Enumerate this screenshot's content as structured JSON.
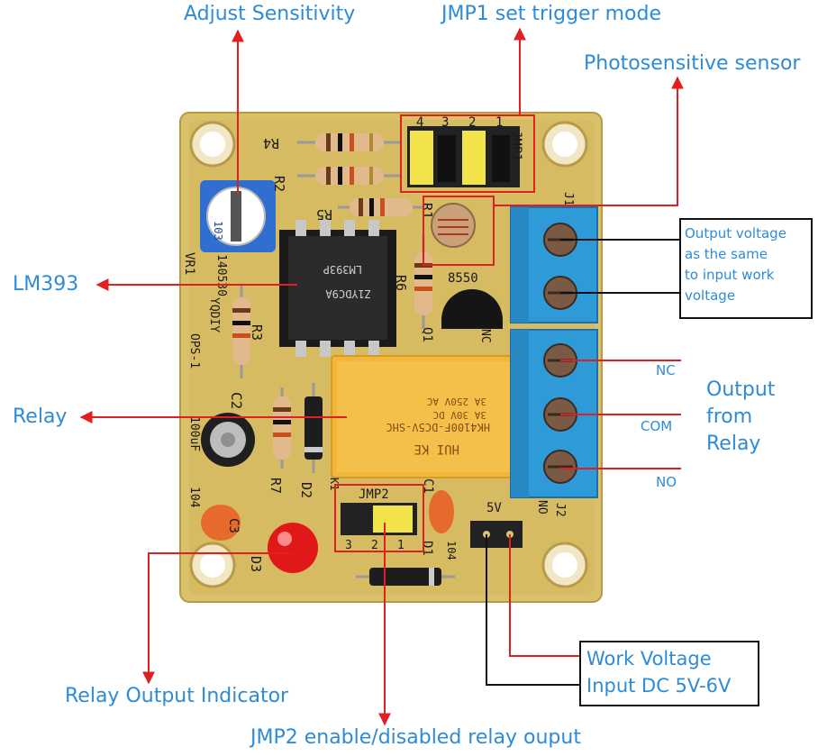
{
  "labels": {
    "adjust_sensitivity": "Adjust Sensitivity",
    "jmp1_mode": "JMP1 set trigger mode",
    "photosensor": "Photosensitive sensor",
    "lm393": "LM393",
    "relay": "Relay",
    "nc": "NC",
    "com": "COM",
    "no": "NO",
    "output_relay": [
      "Output",
      "from",
      "Relay"
    ],
    "relay_indicator": "Relay Output Indicator",
    "jmp2_enable": "JMP2 enable/disabled relay ouput"
  },
  "output_box": [
    "Output voltage",
    "as the same",
    "to input work",
    "voltage"
  ],
  "work_box": [
    "Work Voltage",
    "Input DC 5V-6V"
  ],
  "board": {
    "r4": "R4",
    "r2": "R2",
    "r5": "R5",
    "r1": "R1",
    "r6": "R6",
    "r3": "R3",
    "r7": "R7",
    "d2": "D2",
    "d1": "D1",
    "d3": "D3",
    "c2": "C2",
    "c3": "C3",
    "c1": "C1",
    "jmp1": "JMP1",
    "jmp2": "JMP2",
    "vr1": "VR1",
    "q1": "Q1",
    "q_part": "8550",
    "j1": "J1",
    "j2": "J2",
    "nc": "NC",
    "no": "NO",
    "k1": "K1",
    "v5": "5V",
    "ic_part": "LM393P",
    "ic_code": "Z1YDC9A",
    "side_1": "140530",
    "side_2": "YQDIY",
    "side_3": "OPS-1",
    "cap_value": "100uF",
    "cap_104": "104",
    "c1_104": "104",
    "jmp1_pins": [
      "4",
      "3",
      "2",
      "1"
    ],
    "jmp2_pins": [
      "3",
      "2",
      "1"
    ],
    "relay_brand": "HUI KE",
    "relay_model": "HK4100F-DC5V-SHC",
    "relay_rating_1": "3A 250V AC",
    "relay_rating_2": "3A 30V DC",
    "pot_mark": "103"
  },
  "colors": {
    "callout": "#e02020",
    "label": "#2e8bd6",
    "pcb": "#d9c06a",
    "terminal": "#2f9ad8",
    "relay": "#f2b73a",
    "led": "#e01818"
  }
}
